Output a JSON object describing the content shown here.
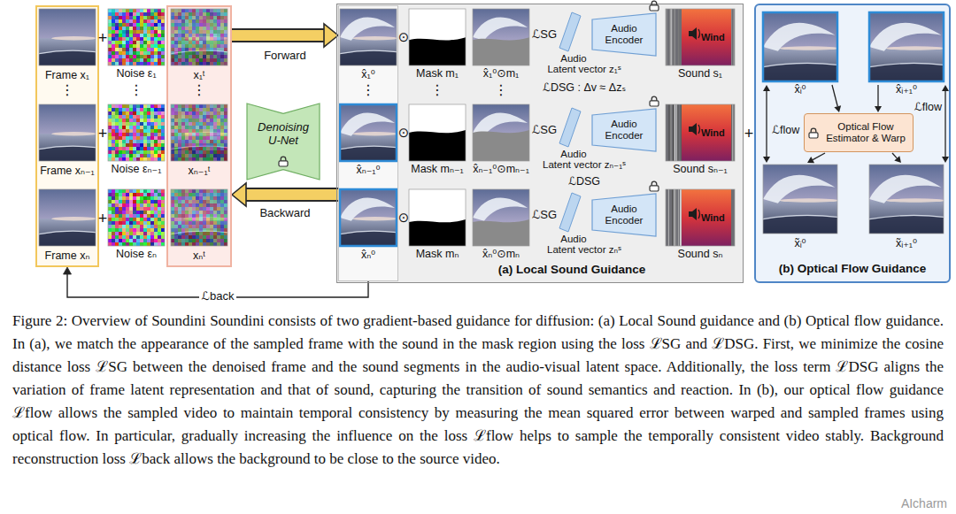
{
  "diagram": {
    "caption": "Figure 2: Overview of Soundini Soundini consists of two gradient-based guidance for diffusion: (a) Local Sound guidance and (b) Optical flow guidance. In (a), we match the appearance of the sampled frame with the sound in the mask region using the loss ℒSG and ℒDSG. First, we minimize the cosine distance loss ℒSG between the denoised frame and the sound segments in the audio-visual latent space. Additionally, the loss term ℒDSG aligns the variation of frame latent representation and that of sound, capturing the transition of sound semantics and reaction. In (b), our optical flow guidance ℒflow allows the sampled video to maintain temporal consistency by measuring the mean squared error between warped and sampled frames using optical flow. In particular, gradually increasing the influence on the loss ℒflow helps to sample the temporally consistent video stably. Background reconstruction loss ℒback allows the background to be close to the source video.",
    "nodes": [
      {
        "text": [
          "Frame x₁",
          "Frame xₙ₋₁",
          "Frame xₙ"
        ]
      },
      {
        "text": [
          "x₁ᵗ",
          "xₙ₋₁ᵗ",
          "xₙᵗ"
        ]
      },
      {
        "text": [
          "Denoising U-Net"
        ]
      },
      {
        "text": [
          "(a) Local Sound Guidance"
        ]
      },
      {
        "text": [
          "x̂₁⁰",
          "x̂ₙ₋₁⁰",
          "x̂ₙ⁰"
        ],
        "in": 3
      },
      {
        "text": [
          "Audio Encoder"
        ],
        "in": 3
      },
      {
        "text": [
          "Audio Encoder"
        ],
        "in": 3
      },
      {
        "text": [
          "Audio Encoder"
        ],
        "in": 3
      },
      {
        "text": [
          "(b) Optical Flow Guidance"
        ]
      },
      {
        "text": [
          "Optical Flow Estimator & Warp"
        ],
        "in": 8
      }
    ],
    "edges": [
      {
        "from": 1,
        "to": 4,
        "label": "Forward",
        "arrow": "to"
      },
      {
        "from": 4,
        "to": 1,
        "label": "Backward",
        "arrow": "to"
      },
      {
        "from": 4,
        "to": 0,
        "label": "ℒback",
        "arrow": "to"
      }
    ],
    "labels": [
      "+",
      "+",
      "+",
      "Noise ε₁",
      "Noise εₙ₋₁",
      "Noise εₙ",
      "⋮",
      "⋮",
      "⋮",
      "⋮",
      "⋮",
      "⋮",
      "⊙",
      "⊙",
      "⊙",
      "Mask m₁",
      "Mask mₙ₋₁",
      "Mask mₙ",
      "x̂₁⁰⊙m₁",
      "x̂ₙ₋₁⁰⊙mₙ₋₁",
      "x̂ₙ⁰⊙mₙ",
      "ℒSG",
      "Audio",
      "Latent vector z₁ˢ",
      "ℒSG",
      "Audio",
      "Latent vector zₙ₋₁ˢ",
      "ℒSG",
      "Audio",
      "Latent vector zₙˢ",
      "Sound s₁",
      "Wind",
      "Sound sₙ₋₁",
      "Wind",
      "Sound sₙ",
      "Wind",
      "ℒDSG : Δv ≈ Δzₛ",
      "ℒDSG",
      "+",
      "x̂ᵢ⁰",
      "x̂ᵢ₊₁⁰",
      "ℒflow",
      "ℒflow",
      "x̃ᵢ⁰",
      "x̃ᵢ₊₁⁰",
      "AIcharm"
    ]
  }
}
